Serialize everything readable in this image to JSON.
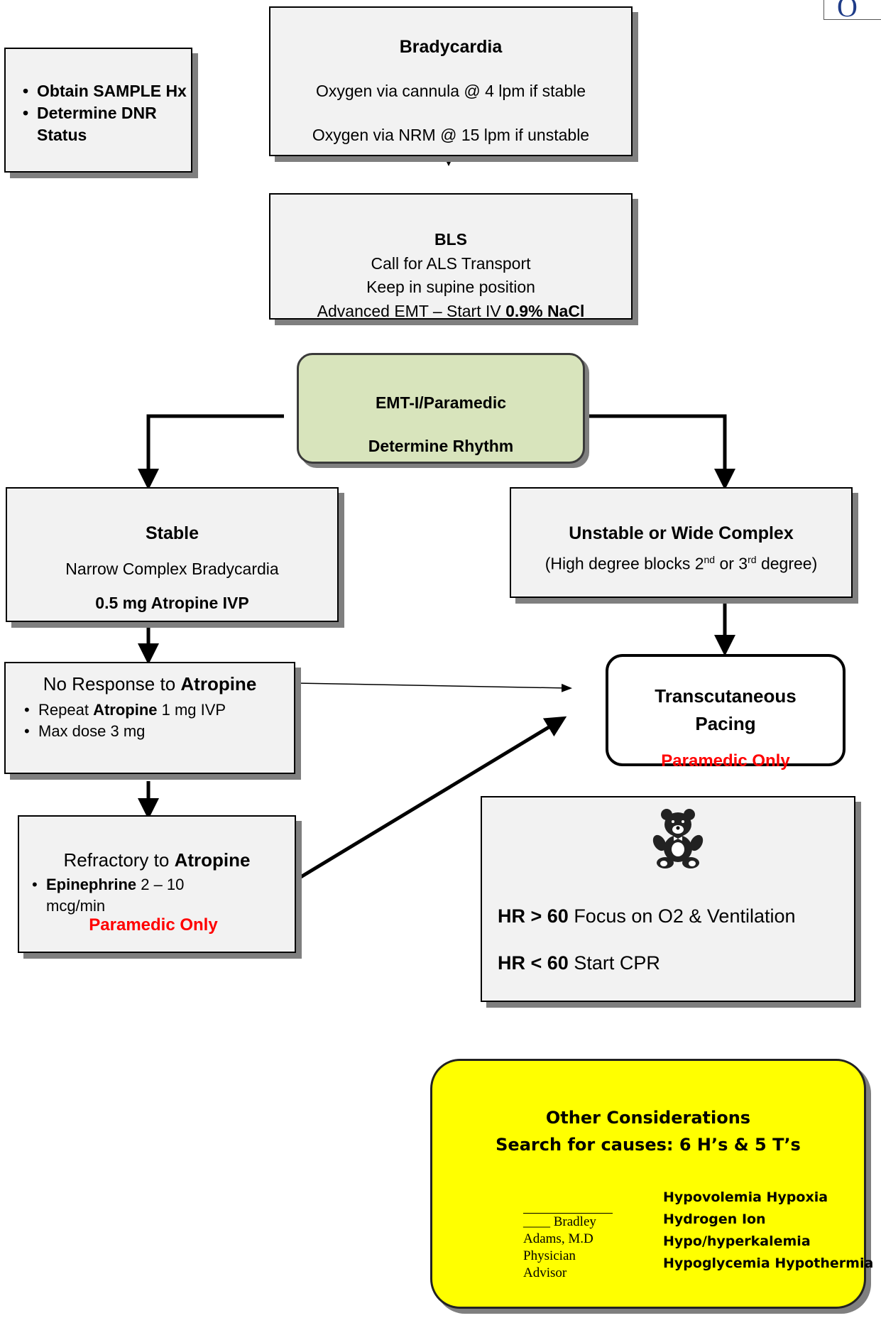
{
  "bradycardia": {
    "title": "Bradycardia",
    "line1": "Oxygen via cannula @ 4 lpm if stable",
    "line2": "Oxygen via NRM @ 15 lpm if unstable"
  },
  "sample_box": {
    "items": [
      "Obtain SAMPLE Hx",
      "Determine DNR Status"
    ]
  },
  "bls": {
    "title": "BLS",
    "line1": "Call for ALS Transport",
    "line2": "Keep in supine position",
    "line3_prefix": "Advanced EMT – Start IV ",
    "line3_bold": "0.9% NaCl"
  },
  "emt": {
    "title": "EMT-I/Paramedic",
    "subtitle": "Determine Rhythm"
  },
  "stable": {
    "title": "Stable",
    "line1": "Narrow Complex Bradycardia",
    "line2": "0.5 mg Atropine IVP"
  },
  "unstable": {
    "title": "Unstable or Wide Complex",
    "line_prefix": "(High degree blocks 2",
    "sup1": "nd",
    "line_mid": " or 3",
    "sup2": "rd",
    "line_suffix": " degree)"
  },
  "no_response": {
    "title_prefix": "No Response to ",
    "title_bold": "Atropine",
    "item1_prefix": "Repeat ",
    "item1_bold": "Atropine",
    "item1_suffix": " 1 mg IVP",
    "item2": "Max dose 3 mg"
  },
  "pacing": {
    "title": "Transcutaneous Pacing",
    "note": "Paramedic Only"
  },
  "refractory": {
    "title_prefix": "Refractory to ",
    "title_bold": "Atropine",
    "item_bold": "Epinephrine",
    "item_suffix": " 2 – 10 mcg/min",
    "note": "Paramedic Only"
  },
  "pediatric": {
    "icon": "teddy-bear-icon",
    "line1_bold": "HR > 60",
    "line1_rest": " Focus on O2 & Ventilation",
    "line2_bold": "HR < 60",
    "line2_rest": " Start CPR"
  },
  "considerations": {
    "title": "Other Considerations",
    "subtitle": "Search for causes: 6 H’s & 5 T’s",
    "causes": [
      "Hypovolemia Hypoxia",
      "Hydrogen Ion",
      "Hypo/hyperkalemia",
      "Hypoglycemia Hypothermia"
    ],
    "signature_line": "____",
    "signature_name": "Bradley Adams, M.D",
    "signature_role": "Physician Advisor"
  },
  "colors": {
    "box_fill": "#f2f2f2",
    "shadow": "#7f7f7f",
    "emt_fill": "#d8e4bc",
    "considerations_fill": "#ffff00",
    "alert_text": "#ff0000"
  }
}
